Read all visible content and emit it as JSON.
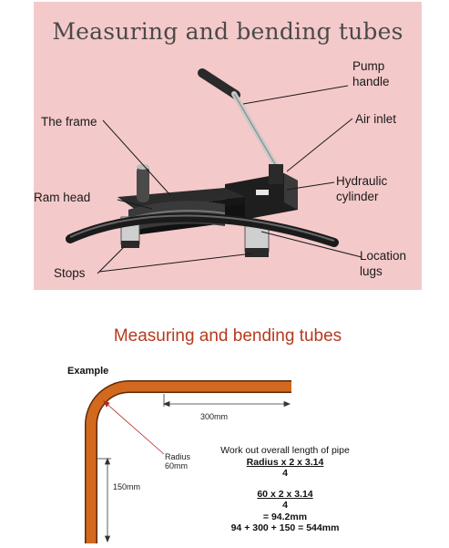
{
  "slide1": {
    "title": "Measuring and bending tubes",
    "labels": {
      "pump_handle_1": "Pump",
      "pump_handle_2": "handle",
      "air_inlet": "Air inlet",
      "frame": "The frame",
      "hydraulic_1": "Hydraulic",
      "hydraulic_2": "cylinder",
      "ram_head": "Ram head",
      "location_1": "Location",
      "location_2": "lugs",
      "stops": "Stops"
    },
    "colors": {
      "background": "#f4c9ca",
      "title": "#4a4a4a"
    }
  },
  "slide2": {
    "title": "Measuring and bending tubes",
    "example": "Example",
    "dims": {
      "top_length": "300mm",
      "radius_1": "Radius",
      "radius_2": "60mm",
      "side_length": "150mm"
    },
    "calc": {
      "line1": "Work out overall length of pipe",
      "line2": "Radius x 2 x 3.14",
      "line3": "4",
      "line4": "60 x 2 x 3.14",
      "line5": "4",
      "line6": "= 94.2mm",
      "line7": "94 + 300 + 150 = 544mm"
    },
    "colors": {
      "title": "#b53a1f",
      "pipe": "#d2691e"
    }
  }
}
